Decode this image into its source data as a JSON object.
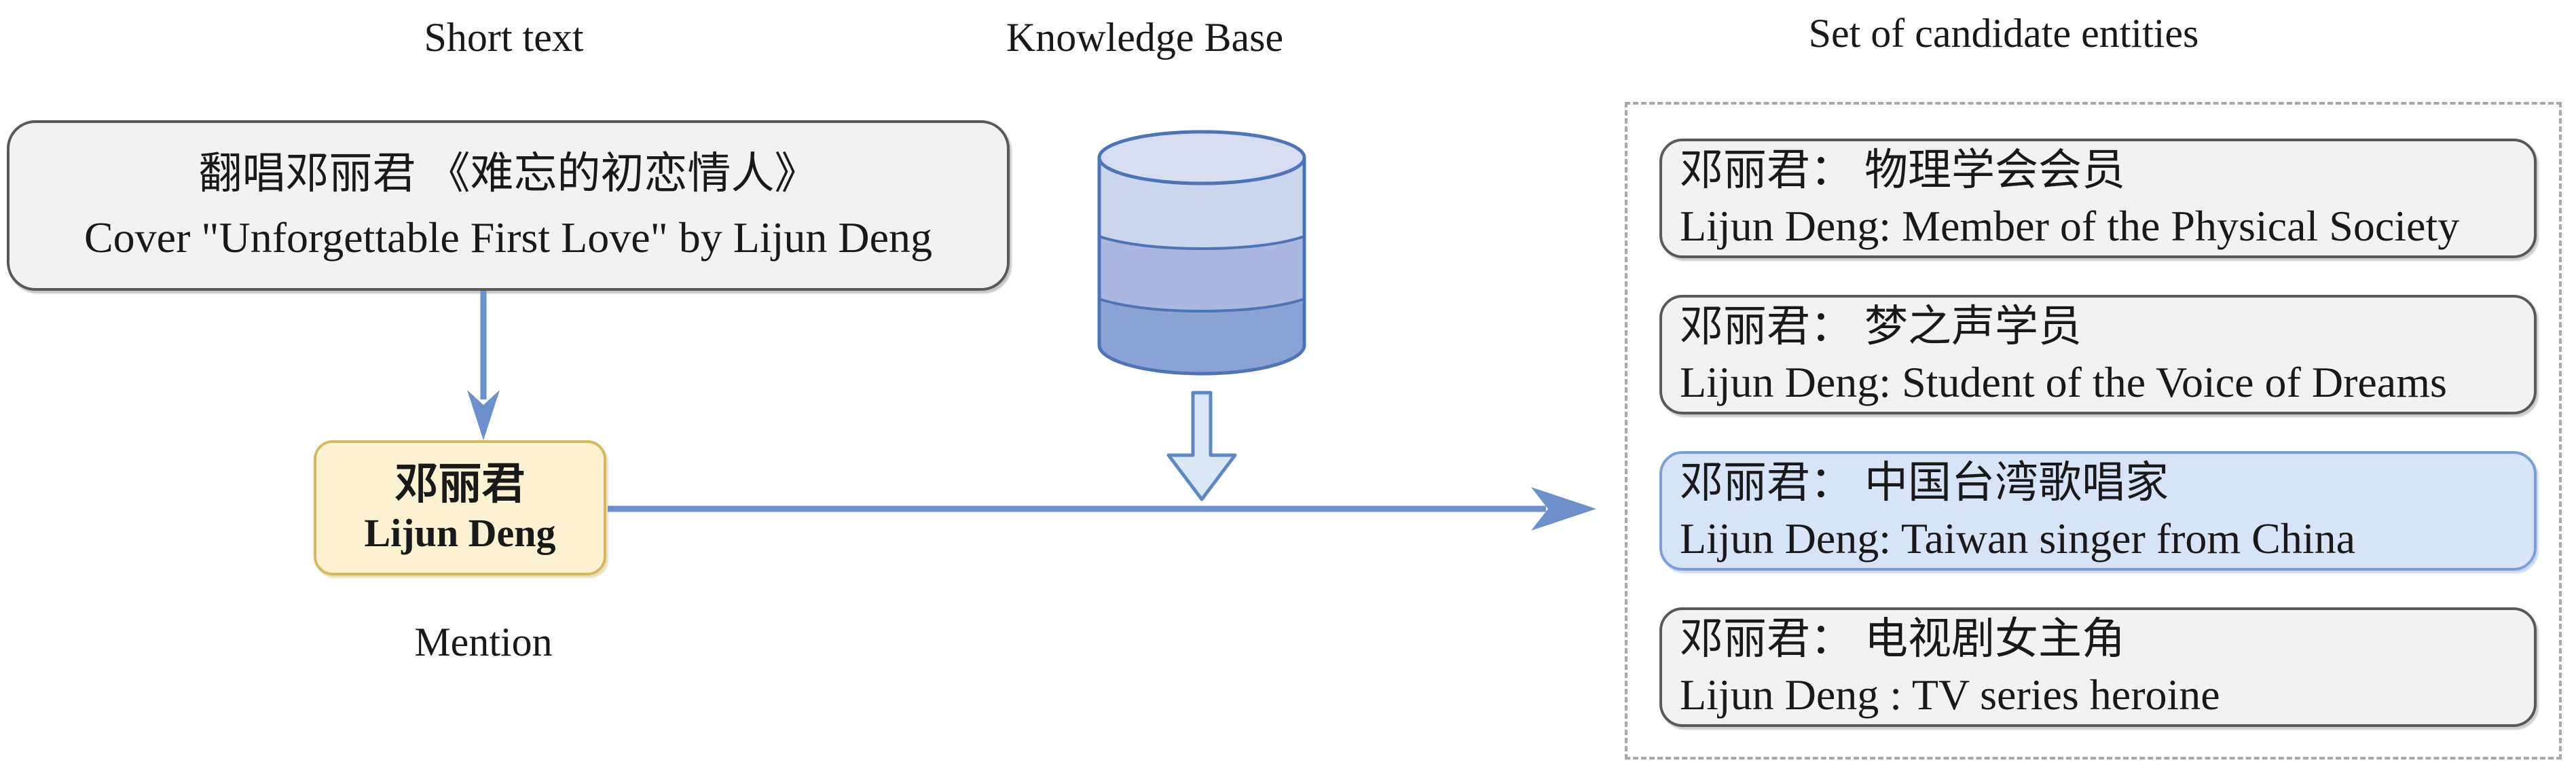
{
  "colors": {
    "canvas-bg": "#ffffff",
    "text": "#191919",
    "accent-blue": "#6b90ca",
    "block-arrow-fill": "#dbe6f5",
    "block-arrow-border": "#5e88c2",
    "cyl-border": "#4e74b6",
    "cyl-top": "#ccd5ee",
    "cyl-top-ellipse": "#d6ddf2",
    "cyl-mid": "#a9b7e1",
    "cyl-bottom": "#8aa2d6",
    "box-gray-fill": "#f2f2f2",
    "box-gray-border": "#595959",
    "mention-fill": "#fcf2d3",
    "mention-border": "#d5b860",
    "highlight-fill": "#d7e4f8",
    "highlight-border": "#7d9fd8",
    "dashed-border": "#a8a8a8"
  },
  "headers": {
    "short_text": "Short text",
    "knowledge_base": "Knowledge Base",
    "candidates": "Set of candidate entities"
  },
  "short_text_box": {
    "line_zh": "翻唱邓丽君 《难忘的初恋情人》",
    "line_en": "Cover \"Unforgettable First Love\" by Lijun Deng"
  },
  "mention": {
    "zh": "邓丽君",
    "en": "Lijun Deng",
    "caption": "Mention"
  },
  "knowledge_base": {
    "icon": "database-cylinder-icon"
  },
  "candidates": {
    "items": [
      {
        "zh": "邓丽君： 物理学会会员",
        "en": "Lijun Deng: Member of the Physical Society",
        "highlighted": false
      },
      {
        "zh": "邓丽君： 梦之声学员",
        "en": "Lijun Deng: Student of the Voice of Dreams",
        "highlighted": false
      },
      {
        "zh": "邓丽君： 中国台湾歌唱家",
        "en": "Lijun Deng: Taiwan singer from China",
        "highlighted": true
      },
      {
        "zh": "邓丽君： 电视剧女主角",
        "en": "Lijun Deng : TV series heroine",
        "highlighted": false
      }
    ]
  }
}
